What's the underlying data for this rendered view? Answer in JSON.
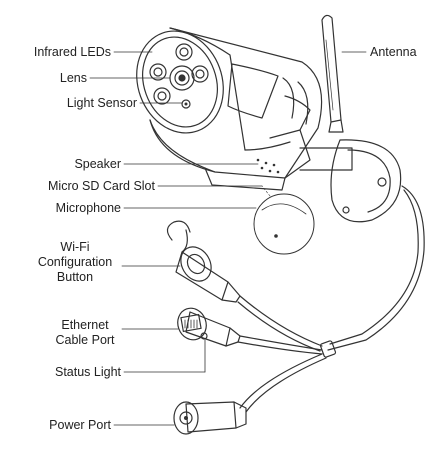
{
  "labels": {
    "infrared_leds": "Infrared LEDs",
    "lens": "Lens",
    "light_sensor": "Light Sensor",
    "antenna": "Antenna",
    "speaker": "Speaker",
    "micro_sd_card_slot": "Micro SD Card Slot",
    "microphone": "Microphone",
    "wifi_button": [
      "Wi-Fi",
      "Configuration",
      "Button"
    ],
    "ethernet_port": [
      "Ethernet",
      "Cable Port"
    ],
    "status_light": "Status Light",
    "power_port": "Power Port"
  },
  "colors": {
    "stroke": "#333333",
    "leader": "#333333",
    "text": "#222222"
  }
}
